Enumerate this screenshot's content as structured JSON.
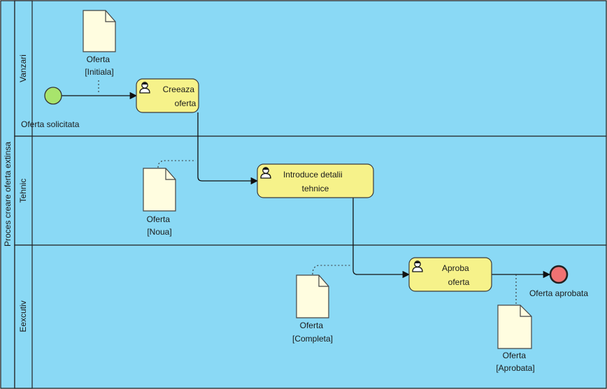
{
  "pool": {
    "label": "Proces creare oferta extinsa"
  },
  "lanes": [
    {
      "label": "Vanzari"
    },
    {
      "label": "Tehnic"
    },
    {
      "label": "Eexcutiv"
    }
  ],
  "tasks": [
    {
      "label_lines": [
        "Creeaza",
        "oferta"
      ]
    },
    {
      "label_lines": [
        "Introduce detalii",
        "tehnice"
      ]
    },
    {
      "label_lines": [
        "Aproba",
        "oferta"
      ]
    }
  ],
  "events": {
    "start": {
      "label": "Oferta solicitata"
    },
    "end": {
      "label": "Oferta aprobata"
    }
  },
  "documents": [
    {
      "name": "Oferta",
      "state": "[Initiala]"
    },
    {
      "name": "Oferta",
      "state": "[Noua]"
    },
    {
      "name": "Oferta",
      "state": "[Completa]"
    },
    {
      "name": "Oferta",
      "state": "[Aprobata]"
    }
  ],
  "colors": {
    "lane_fill": "#8ad9f5",
    "task_fill": "#f6f28a",
    "task_border": "#3a3a3a",
    "start_fill": "#a8e46c",
    "end_fill": "#f07272",
    "document_fill": "#fffde0"
  }
}
